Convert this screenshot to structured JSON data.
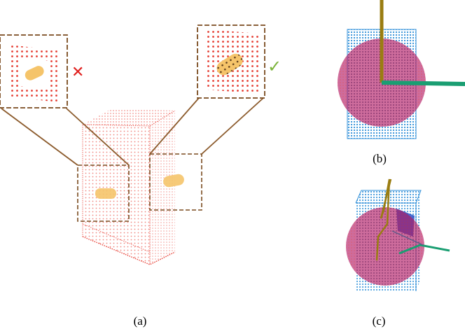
{
  "captions": {
    "a": "(a)",
    "b": "(b)",
    "c": "(c)"
  },
  "marks": {
    "reject": "✕",
    "accept": "✓"
  },
  "colors": {
    "point_cloud_red": "#e8463c",
    "point_cloud_blue": "#2f8fd8",
    "grasp_patch": "#f5c46a",
    "callout_frame": "#7a4a1e",
    "connector": "#8b5a2b",
    "reject_mark": "#e0201e",
    "accept_mark": "#7bb33a",
    "sphere": "#c2186b",
    "axis_z": "#9a7d12",
    "axis_x": "#1a9e72",
    "axis_y": "#2a54c8"
  }
}
